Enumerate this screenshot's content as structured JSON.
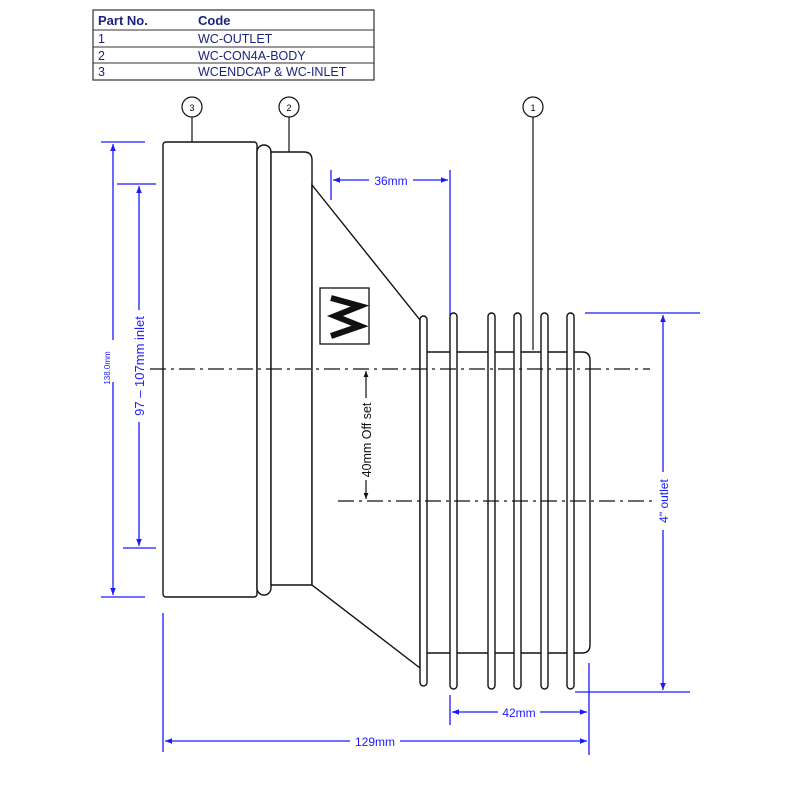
{
  "parts_table": {
    "headers": [
      "Part No.",
      "Code"
    ],
    "rows": [
      {
        "part_no": "1",
        "code": "WC-OUTLET"
      },
      {
        "part_no": "2",
        "code": "WC-CON4A-BODY"
      },
      {
        "part_no": "3",
        "code": "WCENDCAP & WC-INLET"
      }
    ]
  },
  "balloons": [
    "1",
    "2",
    "3"
  ],
  "dimensions": {
    "overall_height": "138.0mm",
    "inlet": "97 – 107mm inlet",
    "offset": "40mm Off set",
    "cone_length": "36mm",
    "outlet": "4\" outlet",
    "outlet_length": "42mm",
    "overall_length": "129mm"
  },
  "colors": {
    "dimension": "#1a1aff",
    "table_text": "#1a237e",
    "outline": "#111111"
  },
  "logo_icon": "wavy-w-logo"
}
